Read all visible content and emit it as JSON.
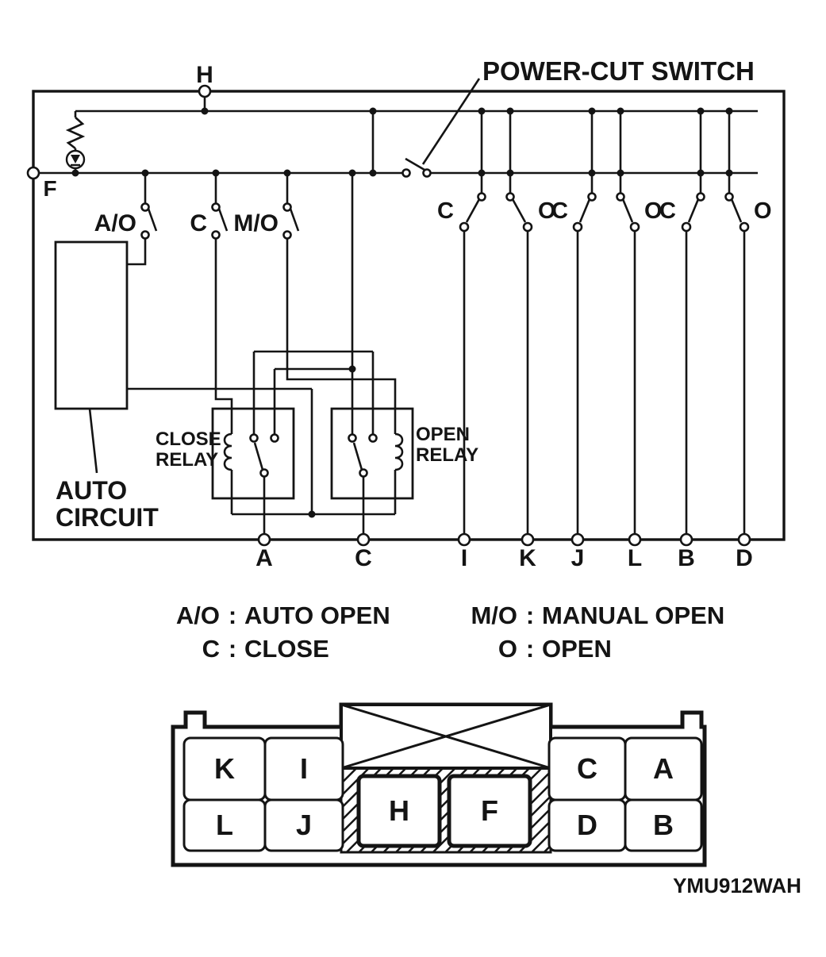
{
  "colors": {
    "line": "#141414",
    "background": "#ffffff"
  },
  "diagram": {
    "power_cut_label": "POWER-CUT SWITCH",
    "terminals": {
      "top": "H",
      "left": "F",
      "bottom": [
        "A",
        "C",
        "I",
        "K",
        "J",
        "L",
        "B",
        "D"
      ]
    },
    "left_switches": [
      "A/O",
      "C",
      "M/O"
    ],
    "right_contacts": [
      "C",
      "O",
      "C",
      "O",
      "C",
      "O"
    ],
    "auto_circuit": {
      "line1": "AUTO",
      "line2": "CIRCUIT"
    },
    "close_relay": {
      "line1": "CLOSE",
      "line2": "RELAY"
    },
    "open_relay": {
      "line1": "OPEN",
      "line2": "RELAY"
    }
  },
  "legend": {
    "separator": ":",
    "items": [
      {
        "abbr": "A/O",
        "meaning": "AUTO OPEN"
      },
      {
        "abbr": "C",
        "meaning": "CLOSE"
      },
      {
        "abbr": "M/O",
        "meaning": "MANUAL OPEN"
      },
      {
        "abbr": "O",
        "meaning": "OPEN"
      }
    ]
  },
  "connector": {
    "top_row": [
      "K",
      "I",
      "C",
      "A"
    ],
    "bottom_row": [
      "L",
      "J",
      "D",
      "B"
    ],
    "center_cells": [
      "H",
      "F"
    ]
  },
  "figure_code": "YMU912WAH"
}
